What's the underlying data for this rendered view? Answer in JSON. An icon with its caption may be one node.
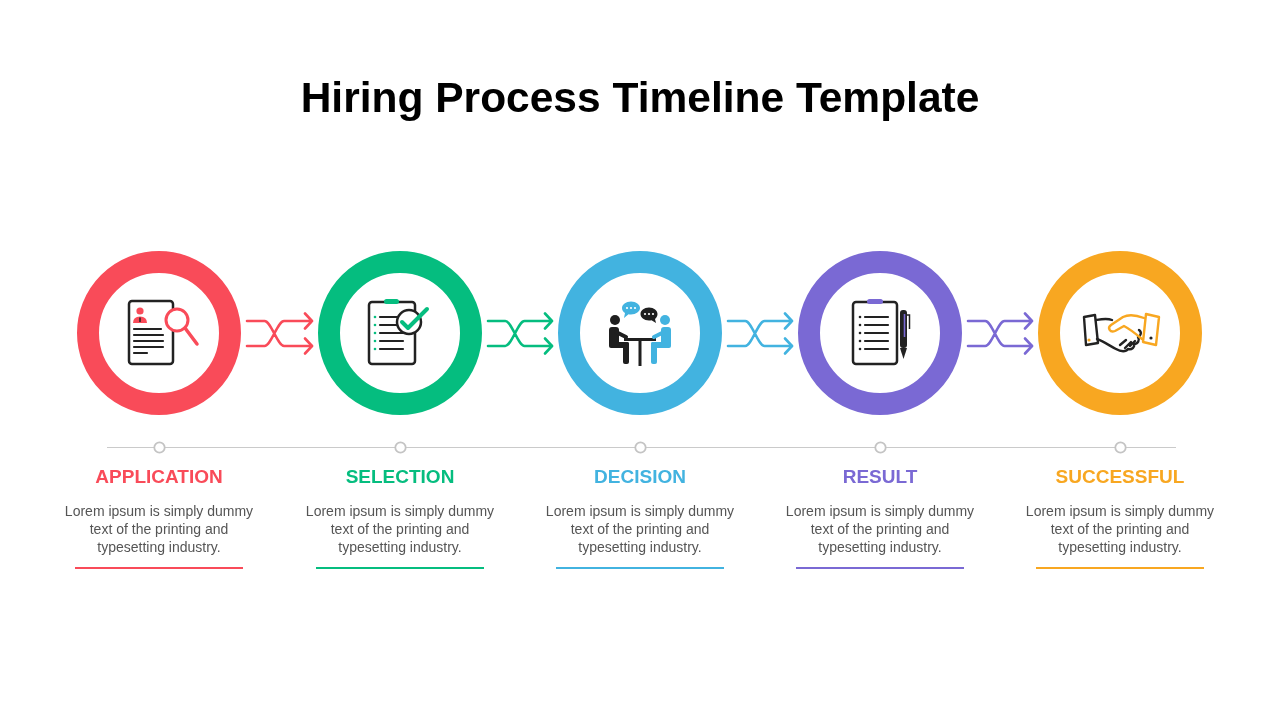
{
  "diagram": {
    "title": "Hiring Process Timeline Template",
    "nodes": [
      {
        "text": [],
        "shape": "circle",
        "beside": [
          "APPLICATION",
          "Lorem ipsum is simply dummy text of the printing and typesetting industry."
        ]
      },
      {
        "text": [],
        "shape": "circle",
        "beside": [
          "SELECTION",
          "Lorem ipsum is simply dummy text of the printing and typesetting industry."
        ]
      },
      {
        "text": [],
        "shape": "circle",
        "beside": [
          "DECISION",
          "Lorem ipsum is simply dummy text of the printing and typesetting industry."
        ]
      },
      {
        "text": [],
        "shape": "circle",
        "beside": [
          "RESULT",
          "Lorem ipsum is simply dummy text of the printing and typesetting industry."
        ]
      },
      {
        "text": [],
        "shape": "circle",
        "beside": [
          "SUCCESSFUL",
          "Lorem ipsum is simply dummy text of the printing and typesetting industry."
        ]
      }
    ],
    "edges": [
      {
        "from": 0,
        "to": 1,
        "arrow": "to",
        "color": "#f94b59"
      },
      {
        "from": 1,
        "to": 2,
        "arrow": "to",
        "color": "#05bd7f"
      },
      {
        "from": 2,
        "to": 3,
        "arrow": "to",
        "color": "#42b3e0"
      },
      {
        "from": 3,
        "to": 4,
        "arrow": "to",
        "color": "#7a69d4"
      }
    ]
  }
}
